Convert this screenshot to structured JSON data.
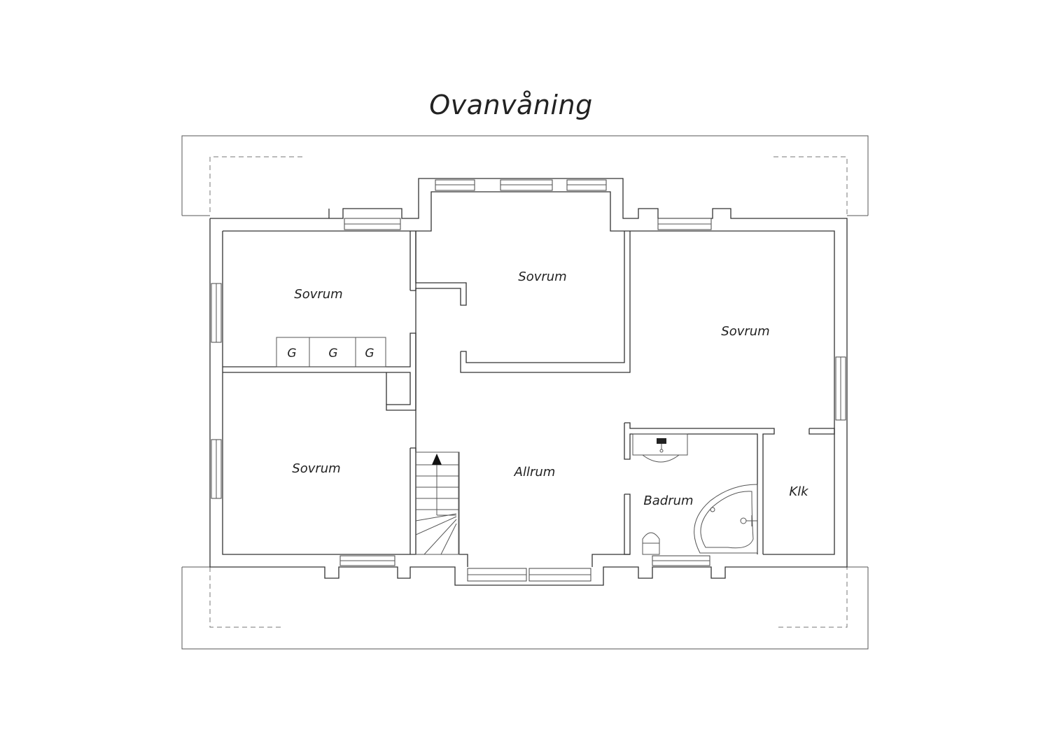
{
  "title": "Ovanvåning",
  "rooms": {
    "sovrum_nw": "Sovrum",
    "sovrum_n": "Sovrum",
    "sovrum_e": "Sovrum",
    "sovrum_sw": "Sovrum",
    "allrum": "Allrum",
    "badrum": "Badrum",
    "klk": "Klk"
  },
  "wardrobes": [
    "G",
    "G",
    "G"
  ]
}
